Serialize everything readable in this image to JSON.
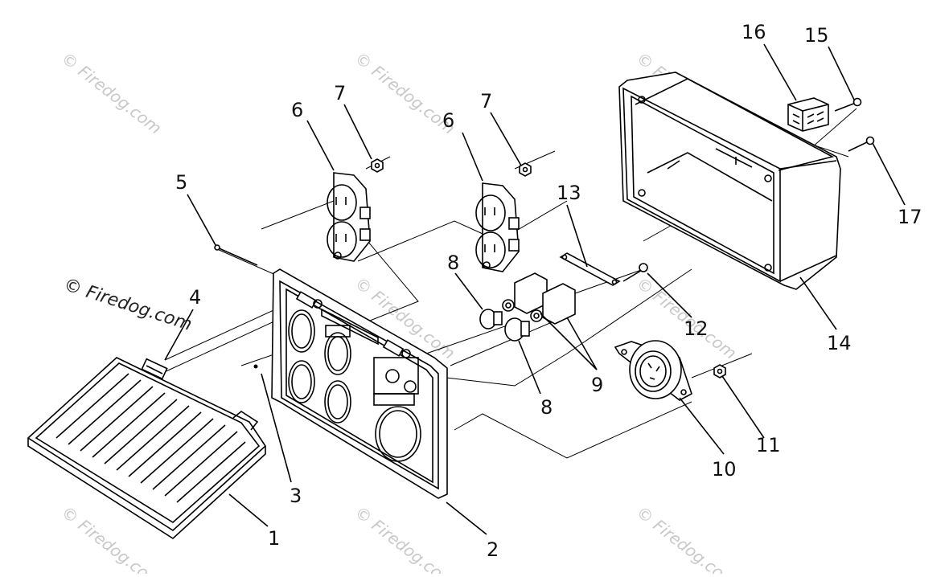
{
  "watermark": {
    "text": "© Firedog.com",
    "color": "#c8c8c8"
  },
  "callouts": {
    "p1": "1",
    "p2": "2",
    "p3": "3",
    "p4": "4",
    "p5": "5",
    "p6a": "6",
    "p6b": "6",
    "p7a": "7",
    "p7b": "7",
    "p8a": "8",
    "p8b": "8",
    "p9": "9",
    "p10": "10",
    "p11": "11",
    "p12": "12",
    "p13": "13",
    "p14": "14",
    "p15": "15",
    "p16": "16",
    "p17": "17"
  }
}
